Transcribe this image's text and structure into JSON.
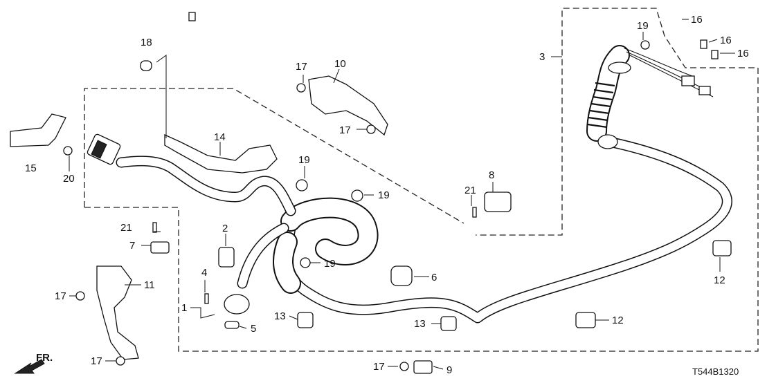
{
  "diagram": {
    "code": "T544B1320",
    "direction_label": "FR.",
    "callouts": {
      "n1": "1",
      "n2": "2",
      "n3": "3",
      "n4": "4",
      "n5": "5",
      "n6": "6",
      "n7": "7",
      "n8": "8",
      "n9": "9",
      "n10": "10",
      "n11": "11",
      "n12": "12",
      "n13": "13",
      "n14": "14",
      "n15": "15",
      "n16": "16",
      "n17": "17",
      "n18": "18",
      "n19": "19",
      "n20": "20",
      "n21": "21"
    }
  }
}
